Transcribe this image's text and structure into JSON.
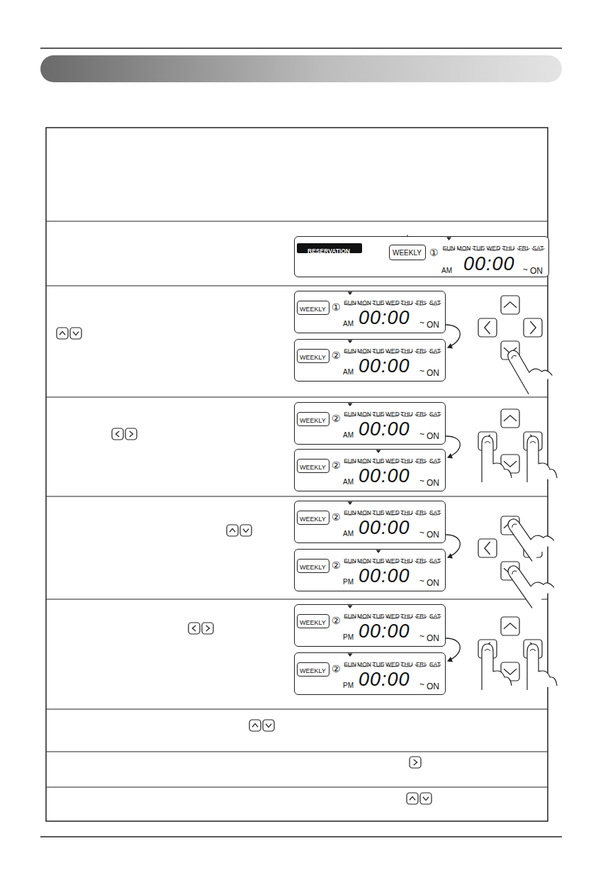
{
  "diagram": {
    "nodes": [
      {
        "text": [
          "①",
          "SUN",
          "MON",
          "TUE",
          "WED",
          "THU",
          "FRI",
          "SAT",
          "AM",
          "00:00",
          "~",
          "ON"
        ]
      },
      {
        "text": [
          "RESERVATION"
        ],
        "in": 0
      },
      {
        "text": [
          "WEEKLY"
        ],
        "in": 0
      },
      {
        "text": [
          "①",
          "SUN",
          "MON",
          "TUE",
          "WED",
          "THU",
          "FRI",
          "SAT",
          "AM",
          "00:00",
          "~",
          "ON"
        ]
      },
      {
        "text": [
          "WEEKLY"
        ],
        "in": 3
      },
      {
        "text": [
          "②",
          "SUN",
          "MON",
          "TUE",
          "WED",
          "THU",
          "FRI",
          "SAT",
          "AM",
          "00:00",
          "~",
          "ON"
        ]
      },
      {
        "text": [
          "WEEKLY"
        ],
        "in": 5
      },
      {
        "text": [
          "②",
          "SUN",
          "MON",
          "TUE",
          "WED",
          "THU",
          "FRI",
          "SAT",
          "AM",
          "00:00",
          "~",
          "ON"
        ]
      },
      {
        "text": [
          "WEEKLY"
        ],
        "in": 7
      },
      {
        "text": [
          "②",
          "SUN",
          "MON",
          "TUE",
          "WED",
          "THU",
          "FRI",
          "SAT",
          "AM",
          "00:00",
          "~",
          "ON"
        ]
      },
      {
        "text": [
          "WEEKLY"
        ],
        "in": 9
      },
      {
        "text": [
          "②",
          "SUN",
          "MON",
          "TUE",
          "WED",
          "THU",
          "FRI",
          "SAT",
          "AM",
          "00:00",
          "~",
          "ON"
        ]
      },
      {
        "text": [
          "WEEKLY"
        ],
        "in": 11
      },
      {
        "text": [
          "②",
          "SUN",
          "MON",
          "TUE",
          "WED",
          "THU",
          "FRI",
          "SAT",
          "PM",
          "00:00",
          "~",
          "ON"
        ]
      },
      {
        "text": [
          "WEEKLY"
        ],
        "in": 13
      },
      {
        "text": [
          "②",
          "SUN",
          "MON",
          "TUE",
          "WED",
          "THU",
          "FRI",
          "SAT",
          "PM",
          "00:00",
          "~",
          "ON"
        ]
      },
      {
        "text": [
          "WEEKLY"
        ],
        "in": 15
      },
      {
        "text": [
          "②",
          "SUN",
          "MON",
          "TUE",
          "WED",
          "THU",
          "FRI",
          "SAT",
          "PM",
          "00:00",
          "~",
          "ON"
        ]
      },
      {
        "text": [
          "WEEKLY"
        ],
        "in": 17
      }
    ],
    "edges": [
      {
        "from": 3,
        "to": 5,
        "arrow": "to"
      },
      {
        "from": 7,
        "to": 9,
        "arrow": "to"
      },
      {
        "from": 11,
        "to": 13,
        "arrow": "to"
      },
      {
        "from": 15,
        "to": 17,
        "arrow": "to"
      }
    ]
  }
}
